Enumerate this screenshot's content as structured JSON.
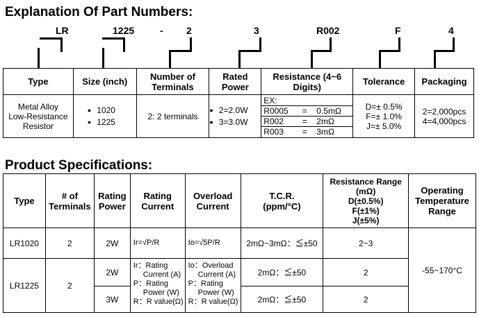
{
  "explanation": {
    "title": "Explanation Of Part Numbers:",
    "codes": [
      "LR",
      "1225",
      "-",
      "2",
      "3",
      "R002",
      "F",
      "4"
    ],
    "headers": [
      "Type",
      "Size (inch)",
      "Number of Terminals",
      "Rated Power",
      "Resistance (4~6 Digits)",
      "Tolerance",
      "Packaging"
    ],
    "type_value": [
      "Metal Alloy",
      "Low-Resistance",
      "Resistor"
    ],
    "size_values": [
      "1020",
      "1225"
    ],
    "terminals_value": "2: 2 terminals",
    "power_values": [
      "2=2.0W",
      "3=3.0W"
    ],
    "resistance": {
      "ex": "EX:",
      "rows": [
        {
          "code": "R0005",
          "eq": "=",
          "value": "0.5mΩ"
        },
        {
          "code": "R002",
          "eq": "=",
          "value": "2mΩ"
        },
        {
          "code": "R003",
          "eq": "=",
          "value": "3mΩ"
        }
      ]
    },
    "tolerance_values": [
      "D=± 0.5%",
      "F=± 1.0%",
      "J=± 5.0%"
    ],
    "packaging_values": [
      "2=2,000pcs",
      "4=4,000pcs"
    ]
  },
  "specs": {
    "title": "Product Specifications:",
    "headers": {
      "type": "Type",
      "terminals": [
        "# of",
        "Terminals"
      ],
      "rating_power": [
        "Rating",
        "Power"
      ],
      "rating_current": [
        "Rating",
        "Current"
      ],
      "overload_current": [
        "Overload",
        "Current"
      ],
      "tcr": [
        "T.C.R.",
        "(ppm/°C)"
      ],
      "resistance_range": [
        "Resistance Range",
        "(mΩ)",
        "D(±0.5%)",
        "F(±1%)",
        "J(±5%)"
      ],
      "operating": [
        "Operating",
        "Temperature",
        "Range"
      ]
    },
    "rows": [
      {
        "type": "LR1020",
        "terminals": "2",
        "power": "2W",
        "current": "Ir=√P/R",
        "overload": "Io=√5P/R",
        "tcr": "2mΩ~3mΩ：≦±50",
        "range": "2~3"
      },
      {
        "type": "LR1225",
        "terminals": "2",
        "power": "2W",
        "tcr": "2mΩ：≦±50",
        "range": "2"
      },
      {
        "power": "3W",
        "tcr": "2mΩ：≦±50",
        "range": "2"
      }
    ],
    "current_legend": [
      "Ir：Rating",
      "Current (A)",
      "P：Rating",
      "Power (W)",
      "R：R value(Ω)"
    ],
    "overload_legend": [
      "Io：Overload",
      "Current (A)",
      "P：Rating",
      "Power (W)",
      "R：R value(Ω)"
    ],
    "operating_temp": "-55~170°C"
  }
}
